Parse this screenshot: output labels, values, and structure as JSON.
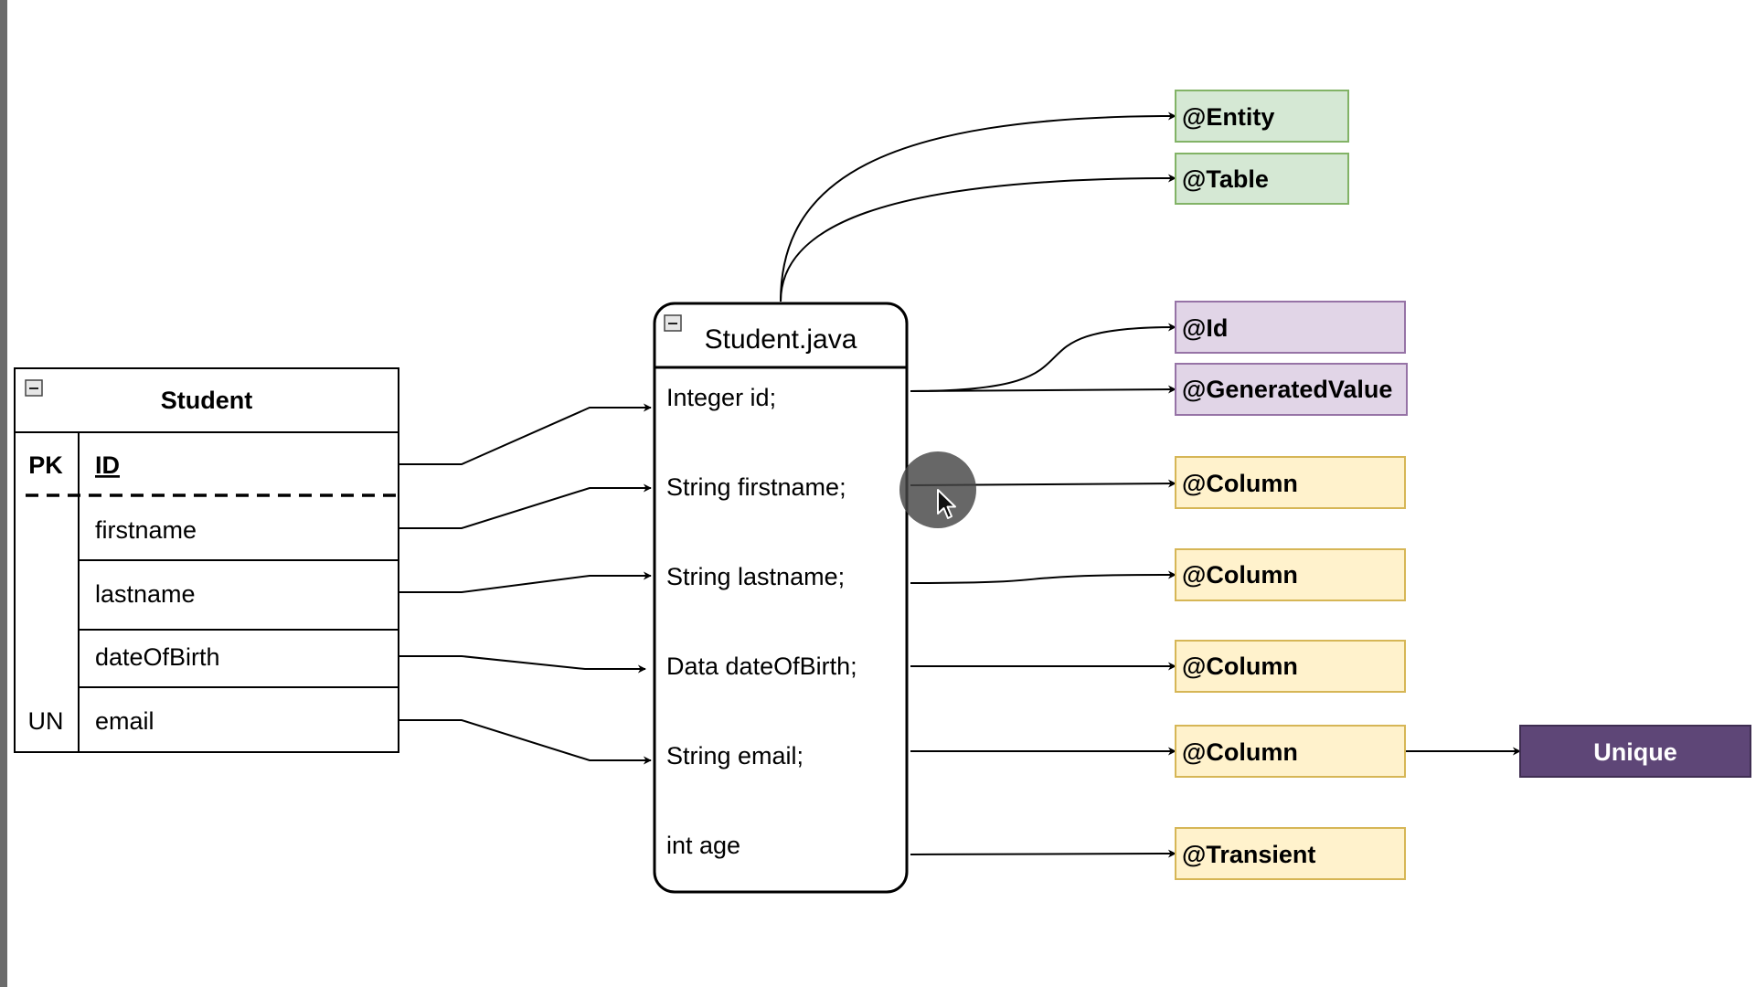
{
  "erd_table": {
    "title": "Student",
    "collapse_icon": "minus-square-icon",
    "rows": [
      {
        "key": "PK",
        "name": "ID"
      },
      {
        "key": "",
        "name": "firstname"
      },
      {
        "key": "",
        "name": "lastname"
      },
      {
        "key": "",
        "name": "dateOfBirth"
      },
      {
        "key": "UN",
        "name": "email"
      }
    ]
  },
  "java_class": {
    "title": "Student.java",
    "collapse_icon": "minus-square-icon",
    "fields": [
      "Integer id;",
      "String firstname;",
      "String lastname;",
      "Data dateOfBirth;",
      "String email;",
      "int age"
    ]
  },
  "annotations": [
    {
      "label": "@Entity",
      "color": "#d5e8d4",
      "border": "#82b366"
    },
    {
      "label": "@Table",
      "color": "#d5e8d4",
      "border": "#82b366"
    },
    {
      "label": "@Id",
      "color": "#e1d5e7",
      "border": "#9673a6"
    },
    {
      "label": "@GeneratedValue",
      "color": "#e1d5e7",
      "border": "#9673a6"
    },
    {
      "label": "@Column",
      "color": "#fff2cc",
      "border": "#d6b656"
    },
    {
      "label": "@Column",
      "color": "#fff2cc",
      "border": "#d6b656"
    },
    {
      "label": "@Column",
      "color": "#fff2cc",
      "border": "#d6b656"
    },
    {
      "label": "@Column",
      "color": "#fff2cc",
      "border": "#d6b656"
    },
    {
      "label": "@Transient",
      "color": "#fff2cc",
      "border": "#d6b656"
    }
  ],
  "constraint": {
    "label": "Unique",
    "color": "#5e4677"
  },
  "cursor": {
    "icon": "mouse-pointer-icon"
  }
}
